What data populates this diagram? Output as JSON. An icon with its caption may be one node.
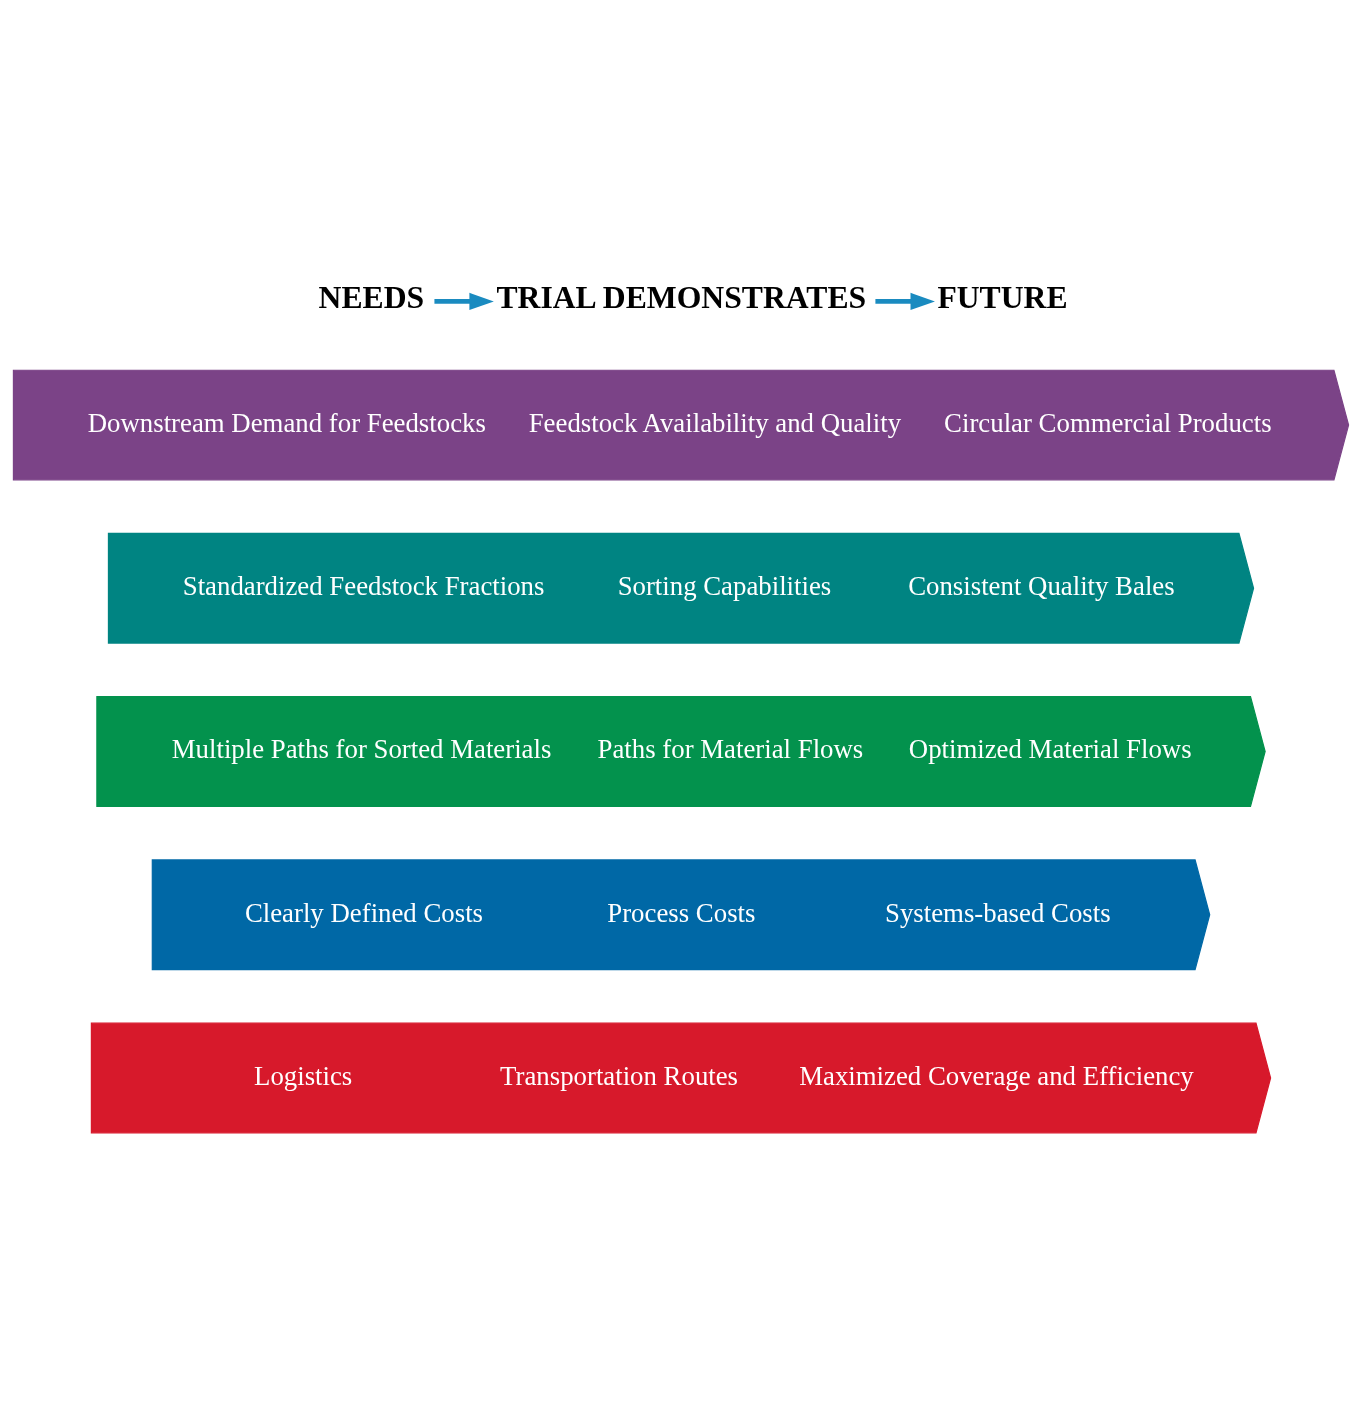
{
  "diagram": {
    "nodes": [
      {
        "text": [
          "NEEDS"
        ]
      },
      {
        "text": [
          "TRIAL DEMONSTRATES"
        ]
      },
      {
        "text": [
          "FUTURE"
        ]
      },
      {
        "text": [
          "Downstream Demand for Feedstocks",
          "Feedstock Availability and Quality",
          "Circular Commercial Products"
        ]
      },
      {
        "text": [
          "Standardized Feedstock Fractions",
          "Sorting Capabilities",
          "Consistent Quality Bales"
        ]
      },
      {
        "text": [
          "Multiple Paths for Sorted Materials",
          "Paths for Material Flows",
          "Optimized Material Flows"
        ]
      },
      {
        "text": [
          "Clearly Defined Costs",
          "Process Costs",
          "Systems-based Costs"
        ]
      },
      {
        "text": [
          "Logistics",
          "Transportation Routes",
          "Maximized Coverage and Efficiency"
        ]
      }
    ],
    "edges": [
      {
        "from": 0,
        "to": 1,
        "arrow": "to"
      },
      {
        "from": 1,
        "to": 2,
        "arrow": "to"
      }
    ]
  }
}
